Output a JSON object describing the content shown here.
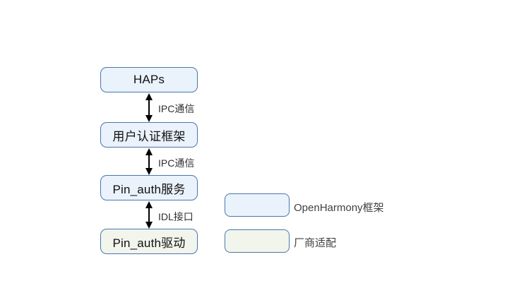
{
  "diagram": {
    "stack": [
      {
        "id": "haps",
        "label": "HAPs",
        "type": "framework"
      },
      {
        "id": "user-auth-framework",
        "label": "用户认证框架",
        "type": "framework"
      },
      {
        "id": "pin-auth-service",
        "label": "Pin_auth服务",
        "type": "framework"
      },
      {
        "id": "pin-auth-driver",
        "label": "Pin_auth驱动",
        "type": "vendor"
      }
    ],
    "connectors": [
      {
        "from": "haps",
        "to": "user-auth-framework",
        "label": "IPC通信",
        "style": "double-arrow"
      },
      {
        "from": "user-auth-framework",
        "to": "pin-auth-service",
        "label": "IPC通信",
        "style": "double-arrow"
      },
      {
        "from": "pin-auth-service",
        "to": "pin-auth-driver",
        "label": "IDL接口",
        "style": "double-arrow"
      }
    ],
    "legend": [
      {
        "swatch": "framework",
        "label": "OpenHarmony框架"
      },
      {
        "swatch": "vendor",
        "label": "厂商适配"
      }
    ],
    "colors": {
      "framework_fill": "#eaf2fb",
      "vendor_fill": "#f1f5ec",
      "border": "#4a76ad",
      "arrow": "#000000",
      "node_text": "#111111",
      "label_text": "#303030",
      "legend_text": "#404040"
    }
  }
}
